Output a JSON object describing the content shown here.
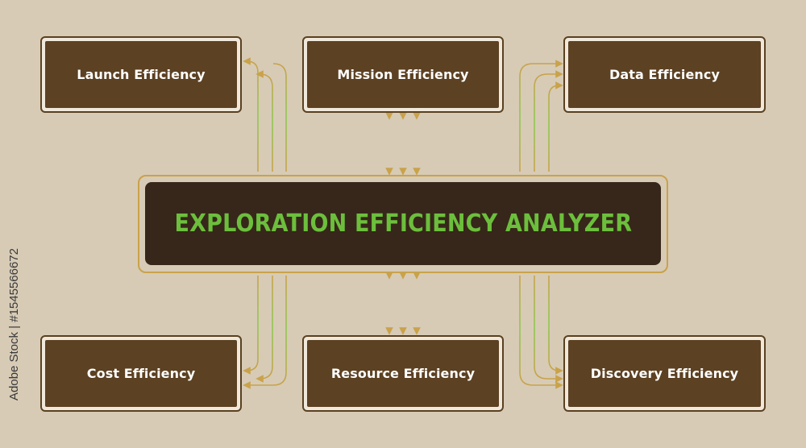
{
  "center": {
    "title": "EXPLORATION EFFICIENCY ANALYZER"
  },
  "boxes": {
    "launch": "Launch Efficiency",
    "mission": "Mission Efficiency",
    "data": "Data Efficiency",
    "cost": "Cost Efficiency",
    "resource": "Resource Efficiency",
    "discovery": "Discovery Efficiency"
  },
  "side_text": "Adobe Stock | #1545566672",
  "colors": {
    "background": "#d7cbb6",
    "box_fill": "#5c4122",
    "center_fill": "#36271a",
    "title_green": "#6cbf3c",
    "connector_gold": "#c9a24a",
    "connector_green": "#7cc14a"
  }
}
